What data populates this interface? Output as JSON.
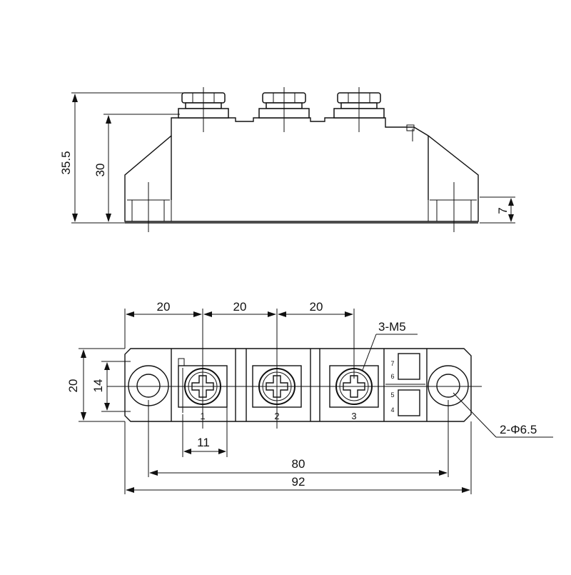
{
  "side_view": {
    "dim_height_total": "35.5",
    "dim_height_body": "30",
    "dim_foot_height": "7"
  },
  "top_view": {
    "dim_pitch_1": "20",
    "dim_pitch_2": "20",
    "dim_pitch_3": "20",
    "dim_width": "20",
    "dim_inner_width": "14",
    "dim_terminal_width": "11",
    "dim_hole_spacing": "80",
    "dim_overall_length": "92",
    "terminal_callout": "3-M5",
    "hole_callout": "2-Φ6.5",
    "terminal_labels": [
      "1",
      "2",
      "3"
    ],
    "aux_pin_labels": [
      "4",
      "5",
      "6",
      "7"
    ]
  }
}
